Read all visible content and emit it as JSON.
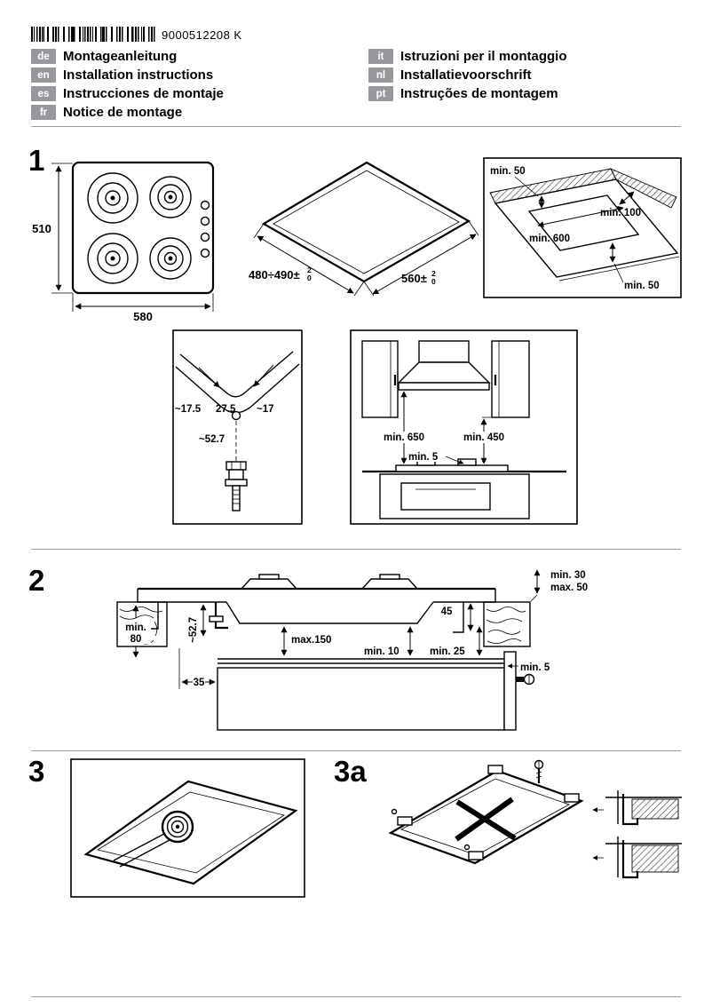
{
  "header": {
    "doc_number": "9000512208 K",
    "languages_left": [
      {
        "code": "de",
        "label": "Montageanleitung"
      },
      {
        "code": "en",
        "label": "Installation instructions"
      },
      {
        "code": "es",
        "label": "Instrucciones de montaje"
      },
      {
        "code": "fr",
        "label": "Notice de montage"
      }
    ],
    "languages_right": [
      {
        "code": "it",
        "label": "Istruzioni per il montaggio"
      },
      {
        "code": "nl",
        "label": "Installatievoorschrift"
      },
      {
        "code": "pt",
        "label": "Instruções de montagem"
      }
    ]
  },
  "step1": {
    "number": "1",
    "hob_width": "580",
    "hob_depth": "510",
    "cutout_depth": "480÷490±",
    "cutout_depth_tol_plus": "2",
    "cutout_depth_tol_minus": "0",
    "cutout_width": "560±",
    "cutout_width_tol_plus": "2",
    "cutout_width_tol_minus": "0",
    "clearance_back": "min. 50",
    "clearance_side": "min. 100",
    "clearance_600": "min. 600",
    "clearance_front": "min. 50",
    "corner_left": "~17.5",
    "corner_mid": "27.5",
    "corner_right": "~17",
    "gas_offset": "~52.7",
    "hood_height": "min. 650",
    "cabinet_height": "min. 450",
    "gap5": "min. 5"
  },
  "step2": {
    "number": "2",
    "thickness_min": "min. 30",
    "thickness_max": "max. 50",
    "clamp45": "45",
    "min80_a": "min.",
    "min80_b": "80",
    "gas_offset": "~52.7",
    "max150": "max.150",
    "min10": "min. 10",
    "min25": "min. 25",
    "min5": "min. 5",
    "front35": "35"
  },
  "step3": {
    "number": "3"
  },
  "step3a": {
    "number": "3a"
  }
}
